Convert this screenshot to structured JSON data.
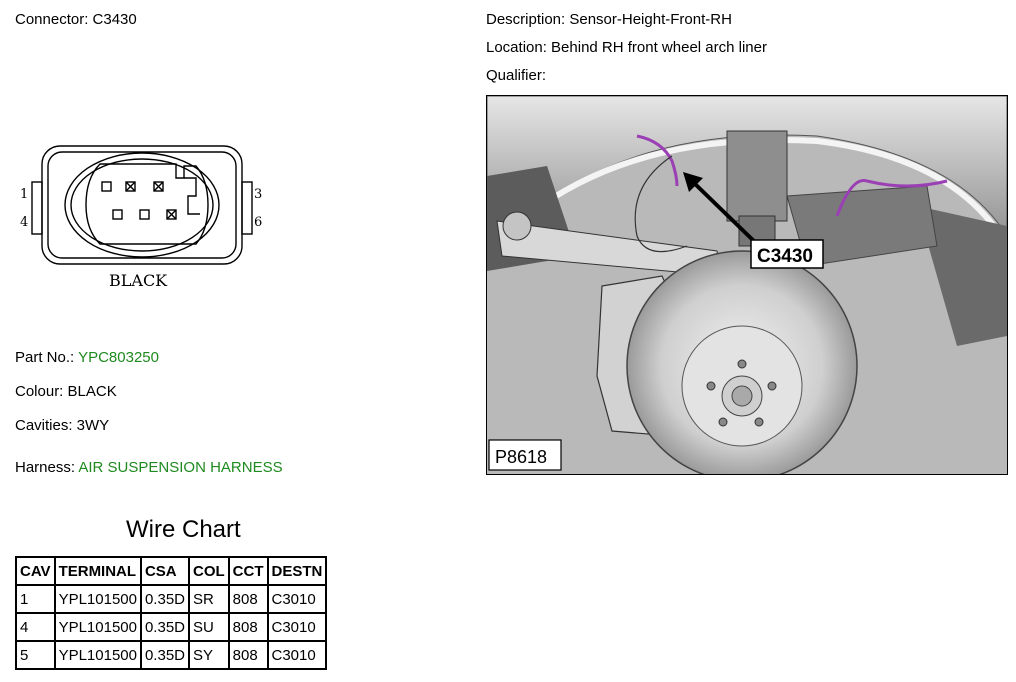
{
  "header": {
    "connector": "Connector: C3430",
    "description": "Description: Sensor-Height-Front-RH",
    "location": "Location: Behind RH front wheel arch liner",
    "qualifier": "Qualifier:"
  },
  "connector_drawing": {
    "pin_labels": [
      "1",
      "4",
      "3",
      "6"
    ],
    "color_caption": "BLACK"
  },
  "details": {
    "part_label": "Part No.:",
    "part_value": "YPC803250",
    "colour": "Colour: BLACK",
    "cavities": "Cavities: 3WY",
    "harness_label": "Harness:",
    "harness_value": "AIR SUSPENSION HARNESS"
  },
  "photo": {
    "callout": "C3430",
    "figure_id": "P8618"
  },
  "wire_chart": {
    "title": "Wire Chart",
    "headers": [
      "CAV",
      "TERMINAL",
      "CSA",
      "COL",
      "CCT",
      "DESTN"
    ],
    "rows": [
      [
        "1",
        "YPL101500",
        "0.35D",
        "SR",
        "808",
        "C3010"
      ],
      [
        "4",
        "YPL101500",
        "0.35D",
        "SU",
        "808",
        "C3010"
      ],
      [
        "5",
        "YPL101500",
        "0.35D",
        "SY",
        "808",
        "C3010"
      ]
    ]
  },
  "colors": {
    "link_green": "#1f8a1f",
    "callout_purple": "#9b3fb5"
  }
}
